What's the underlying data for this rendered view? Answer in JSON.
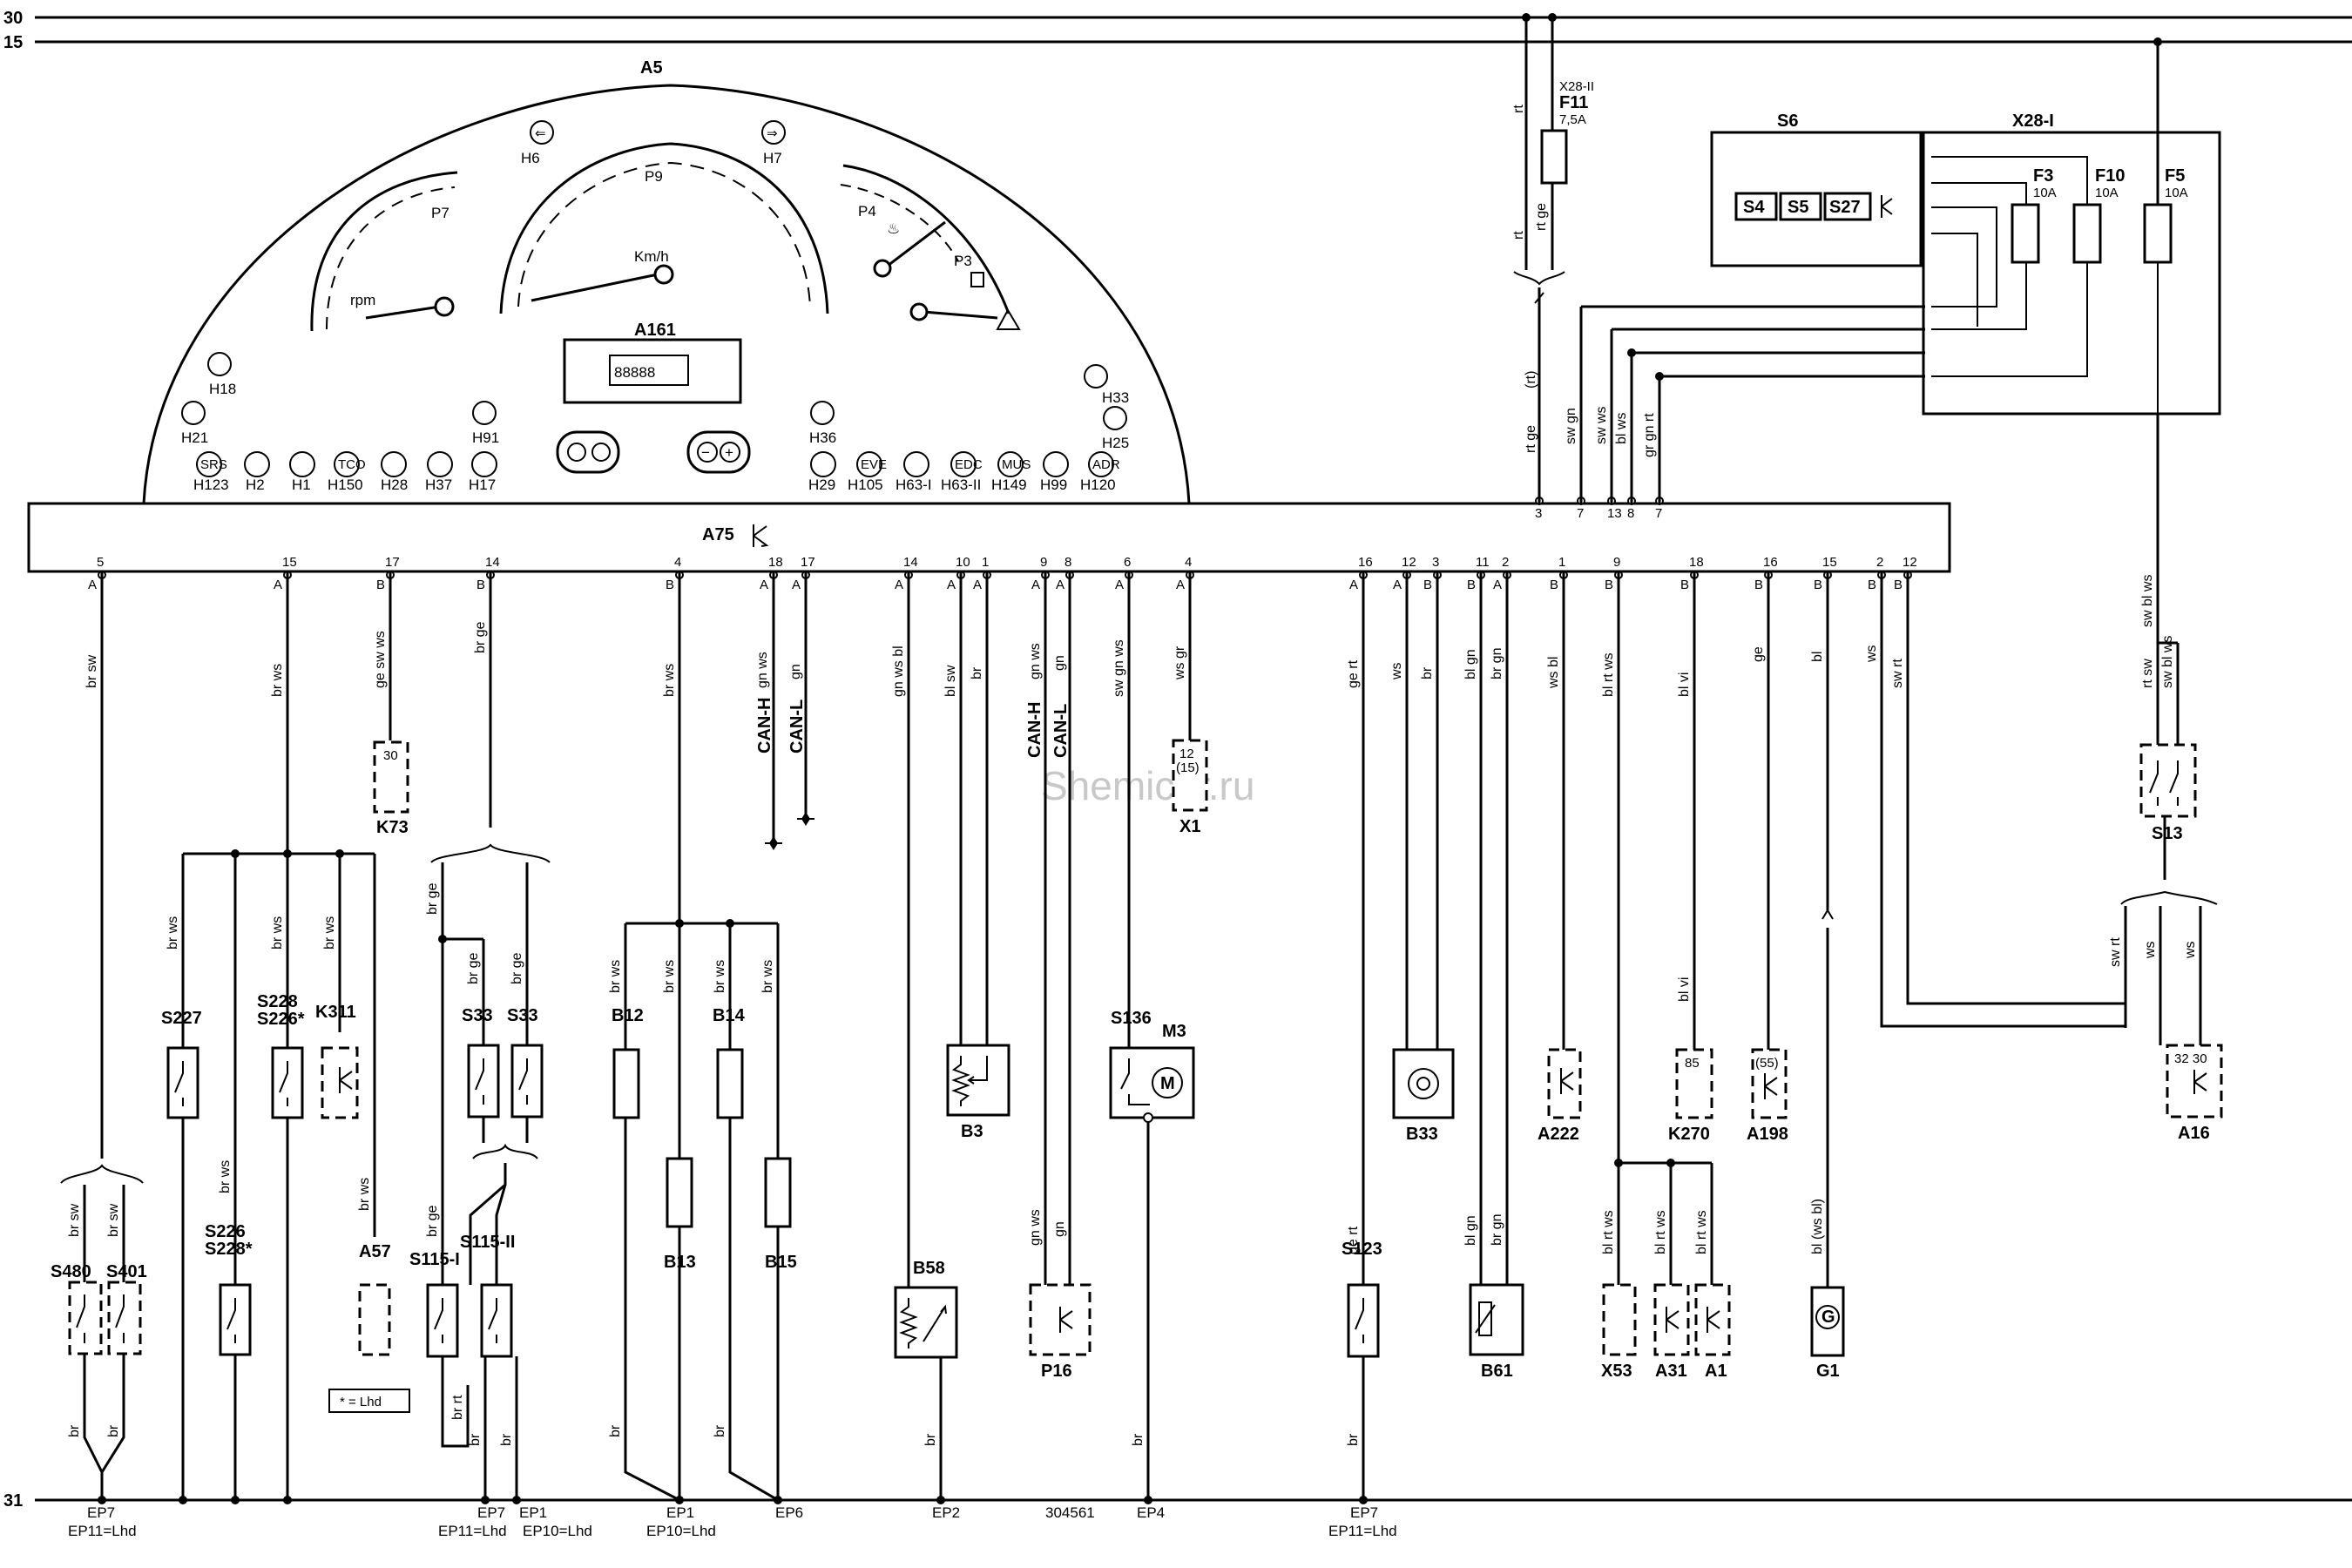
{
  "rails": {
    "r30": "30",
    "r15": "15",
    "r31": "31"
  },
  "watermark": "Shemicar.ru",
  "doc_number": "304561",
  "lhd_note": "* = Lhd",
  "cluster": {
    "id": "A5",
    "display": "A161",
    "display_digits": "88888",
    "gauges": {
      "rpm": "P7",
      "speed": "P9",
      "temp": "P4",
      "fuel": "P3"
    },
    "units": {
      "rpm": "rpm",
      "speed": "Km/h"
    },
    "top_lamps": [
      "H6",
      "H7"
    ],
    "left_lamps": [
      "H18",
      "H21",
      "H91"
    ],
    "right_lamps": [
      "H33",
      "H36",
      "H25"
    ],
    "bottom_lamps": [
      "H123",
      "H2",
      "H1",
      "H150",
      "H28",
      "H37",
      "H17",
      "H29",
      "H105",
      "H63-I",
      "H63-II",
      "H149",
      "H99",
      "H120"
    ],
    "symbols": {
      "srs": "SRS",
      "tco": "TCO",
      "eve": "EVE",
      "edc": "EDC",
      "mus": "MUS",
      "adr": "ADR"
    }
  },
  "controller": {
    "id": "A75"
  },
  "top_pins": [
    "3",
    "7",
    "13",
    "8",
    "7"
  ],
  "bus_pins": [
    {
      "num": "5",
      "conn": "A"
    },
    {
      "num": "15",
      "conn": "A"
    },
    {
      "num": "17",
      "conn": "B"
    },
    {
      "num": "14",
      "conn": "B"
    },
    {
      "num": "4",
      "conn": "B"
    },
    {
      "num": "18",
      "conn": "A"
    },
    {
      "num": "17",
      "conn": "A"
    },
    {
      "num": "14",
      "conn": "A"
    },
    {
      "num": "10",
      "conn": "A"
    },
    {
      "num": "1",
      "conn": "A"
    },
    {
      "num": "9",
      "conn": "A"
    },
    {
      "num": "8",
      "conn": "A"
    },
    {
      "num": "6",
      "conn": "A"
    },
    {
      "num": "4",
      "conn": "A"
    },
    {
      "num": "16",
      "conn": "A"
    },
    {
      "num": "12",
      "conn": "A"
    },
    {
      "num": "3",
      "conn": "B"
    },
    {
      "num": "11",
      "conn": "B"
    },
    {
      "num": "2",
      "conn": "A"
    },
    {
      "num": "1",
      "conn": "B"
    },
    {
      "num": "9",
      "conn": "B"
    },
    {
      "num": "18",
      "conn": "B"
    },
    {
      "num": "16",
      "conn": "B"
    },
    {
      "num": "15",
      "conn": "B"
    },
    {
      "num": "2",
      "conn": "B"
    },
    {
      "num": "12",
      "conn": "B"
    }
  ],
  "fuses": {
    "f11": {
      "id": "F11",
      "conn": "X28-II",
      "rating": "7,5A"
    },
    "f3": {
      "id": "F3",
      "rating": "10A"
    },
    "f10": {
      "id": "F10",
      "rating": "10A"
    },
    "f5": {
      "id": "F5",
      "rating": "10A"
    }
  },
  "s6_box": {
    "id": "S6",
    "conn": "X28-I",
    "switches": [
      "S4",
      "S5",
      "S27"
    ]
  },
  "wire_colors": {
    "c1": "br sw",
    "c2": "br ws",
    "c3": "ge sw ws",
    "c4": "br ge",
    "c5": "br ws",
    "c6": "gn ws",
    "c7": "gn",
    "c8": "gn ws bl",
    "c9": "bl sw",
    "c10": "br",
    "c11": "gn ws",
    "c12": "gn",
    "c13": "sw gn ws",
    "c14": "ws gr",
    "c15": "ge rt",
    "c16": "ws",
    "c17": "br",
    "c18": "bl gn",
    "c19": "br gn",
    "c20": "ws bl",
    "c21": "bl rt ws",
    "c22": "bl vi",
    "c23": "ge",
    "c24": "bl",
    "c25": "ws",
    "c26": "sw rt",
    "top1": "rt",
    "top2": "rt ge",
    "top3": "rt",
    "top4": "rt ge",
    "top5": "rt ge",
    "top6": "(rt)",
    "top7": "sw gn",
    "top8": "sw ws",
    "top9": "bl ws",
    "top10": "gr gn rt",
    "s13a": "sw bl ws",
    "s13b": "rt sw",
    "s13c": "sw bl ws",
    "s13d": "sw rt",
    "s13e": "ws",
    "s13f": "ws",
    "low_br": "br",
    "low_brrt": "br rt",
    "low_brws": "br ws",
    "low_brge": "br ge",
    "low_ge_rt": "ge rt",
    "low_gnws": "gn ws",
    "low_gn": "gn",
    "low_blgn": "bl gn",
    "low_brgn": "br gn",
    "low_blrtws": "bl rt ws",
    "low_blws": "bl (ws bl)",
    "low_sw": "br sw"
  },
  "can": {
    "h": "CAN-H",
    "l": "CAN-L"
  },
  "components": {
    "K73": "K73",
    "K73_pin": "30",
    "X1": "X1",
    "X1_pin": "12",
    "X1_sub": "(15)",
    "S227": "S227",
    "S228": "S228",
    "S226s": "S226*",
    "K311": "K311",
    "S226": "S226",
    "S228s": "S228*",
    "A57": "A57",
    "S33": "S33",
    "S115I": "S115-I",
    "S115II": "S115-II",
    "S480": "S480",
    "S401": "S401",
    "B12": "B12",
    "B14": "B14",
    "B13": "B13",
    "B15": "B15",
    "B3": "B3",
    "B58": "B58",
    "S136": "S136",
    "M3": "M3",
    "P16": "P16",
    "S123": "S123",
    "B33": "B33",
    "B61": "B61",
    "A222": "A222",
    "K270": "K270",
    "K270_pin": "85",
    "A198": "A198",
    "A198_pin": "(55)",
    "X53": "X53",
    "A31": "A31",
    "A1": "A1",
    "G1": "G1",
    "S13": "S13",
    "A16": "A16",
    "A16_pins": "32 30",
    "M": "M",
    "G": "G"
  },
  "grounds": {
    "ep7a": "EP7",
    "ep11a": "EP11=Lhd",
    "ep7b": "EP7",
    "ep11b": "EP11=Lhd",
    "ep1a": "EP1",
    "ep10a": "EP10=Lhd",
    "ep1b": "EP1",
    "ep10b": "EP10=Lhd",
    "ep6": "EP6",
    "ep2": "EP2",
    "ep4": "EP4",
    "ep7c": "EP7",
    "ep11c": "EP11=Lhd"
  }
}
